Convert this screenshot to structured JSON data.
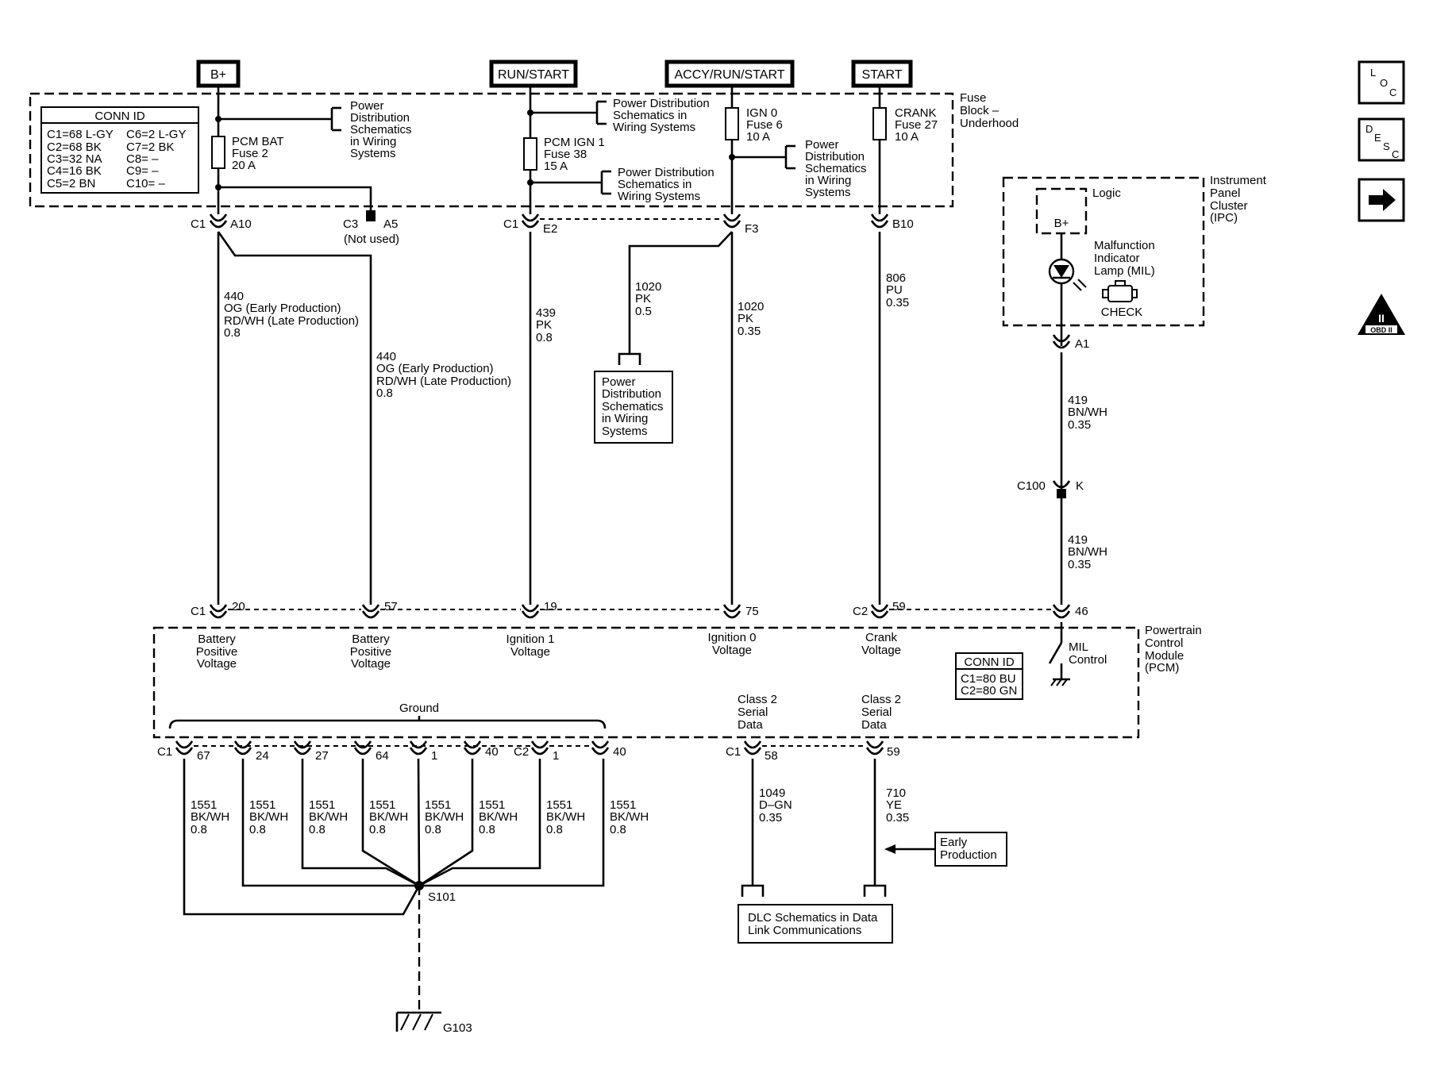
{
  "power_sources": {
    "b_plus": "B+",
    "run_start": "RUN/START",
    "accy_run_start": "ACCY/RUN/START",
    "start": "START"
  },
  "fuse_block": {
    "label": [
      "Fuse",
      "Block –",
      "Underhood"
    ],
    "conn_id_title": "CONN ID",
    "conn_id_left": [
      "C1=68 L-GY",
      "C2=68 BK",
      "C3=32 NA",
      "C4=16 BK",
      "C5=2 BN"
    ],
    "conn_id_right": [
      "C6=2 L-GY",
      "C7=2 BK",
      "C8= –",
      "C9= –",
      "C10= –"
    ],
    "fuses": [
      {
        "label": [
          "PCM BAT",
          "Fuse 2",
          "20 A"
        ]
      },
      {
        "label": [
          "PCM IGN 1",
          "Fuse 38",
          "15 A"
        ]
      },
      {
        "label": [
          "IGN 0",
          "Fuse 6",
          "10 A"
        ]
      },
      {
        "label": [
          "CRANK",
          "Fuse 27",
          "10 A"
        ]
      }
    ],
    "power_dist_bat": [
      "Power",
      "Distribution",
      "Schematics",
      "in Wiring",
      "Systems"
    ],
    "power_dist_ign1_top": [
      "Power Distribution",
      "Schematics in",
      "Wiring Systems"
    ],
    "power_dist_ign1_bottom": [
      "Power Distribution",
      "Schematics in",
      "Wiring Systems"
    ],
    "power_dist_ign0": [
      "Power",
      "Distribution",
      "Schematics",
      "in Wiring",
      "Systems"
    ],
    "connectors": {
      "c1": "C1",
      "a10": "A10",
      "c3": "C3",
      "a5": "A5",
      "not_used": "(Not used)",
      "c1_e2": "C1",
      "e2": "E2",
      "f3": "F3",
      "b10": "B10"
    }
  },
  "wires": {
    "w440_early": [
      "440",
      "OG (Early Production)",
      "RD/WH (Late Production)",
      "0.8"
    ],
    "w440_late": [
      "440",
      "OG (Early Production)",
      "RD/WH (Late Production)",
      "0.8"
    ],
    "w439": [
      "439",
      "PK",
      "0.8"
    ],
    "w1020_a": [
      "1020",
      "PK",
      "0.5"
    ],
    "w1020_b": [
      "1020",
      "PK",
      "0.35"
    ],
    "w806": [
      "806",
      "PU",
      "0.35"
    ],
    "w419_a": [
      "419",
      "BN/WH",
      "0.35"
    ],
    "w419_b": [
      "419",
      "BN/WH",
      "0.35"
    ],
    "w1049": [
      "1049",
      "D–GN",
      "0.35"
    ],
    "w710": [
      "710",
      "YE",
      "0.35"
    ],
    "w1551": [
      "1551",
      "BK/WH",
      "0.8"
    ]
  },
  "power_dist_box": [
    "Power",
    "Distribution",
    "Schematics",
    "in Wiring",
    "Systems"
  ],
  "ipc": {
    "label": [
      "Instrument",
      "Panel",
      "Cluster",
      "(IPC)"
    ],
    "logic": "Logic",
    "b_plus": "B+",
    "mil": [
      "Malfunction",
      "Indicator",
      "Lamp (MIL)"
    ],
    "check": "CHECK",
    "a1": "A1"
  },
  "c100": {
    "name": "C100",
    "pin": "K"
  },
  "pcm": {
    "label": [
      "Powertrain",
      "Control",
      "Module",
      "(PCM)"
    ],
    "conn_id_title": "CONN ID",
    "conn_id": [
      "C1=80 BU",
      "C2=80 GN"
    ],
    "top_pins": {
      "c1": "C1",
      "p20": "20",
      "p57": "57",
      "p19": "19",
      "p75": "75",
      "c2": "C2",
      "p59": "59",
      "p46": "46"
    },
    "inputs": {
      "bat1": [
        "Battery",
        "Positive",
        "Voltage"
      ],
      "bat2": [
        "Battery",
        "Positive",
        "Voltage"
      ],
      "ign1": [
        "Ignition 1",
        "Voltage"
      ],
      "ign0": [
        "Ignition 0",
        "Voltage"
      ],
      "crank": [
        "Crank",
        "Voltage"
      ],
      "mil_control": [
        "MIL",
        "Control"
      ]
    },
    "ground_label": "Ground",
    "class2_a": [
      "Class 2",
      "Serial",
      "Data"
    ],
    "class2_b": [
      "Class 2",
      "Serial",
      "Data"
    ],
    "bottom_pins": {
      "c1": "C1",
      "c2": "C2",
      "ground": [
        "67",
        "24",
        "27",
        "64",
        "1",
        "40",
        "1",
        "40"
      ],
      "c1_data": "C1",
      "p58": "58",
      "p59": "59"
    }
  },
  "splice": "S101",
  "ground_point": "G103",
  "early_production": [
    "Early",
    "Production"
  ],
  "dlc": [
    "DLC Schematics in Data",
    "Link Communications"
  ],
  "nav": {
    "loc": [
      "L",
      "O",
      "C"
    ],
    "desc": [
      "D",
      "E",
      "S",
      "C"
    ],
    "obd": [
      "II",
      "OBD II"
    ]
  }
}
